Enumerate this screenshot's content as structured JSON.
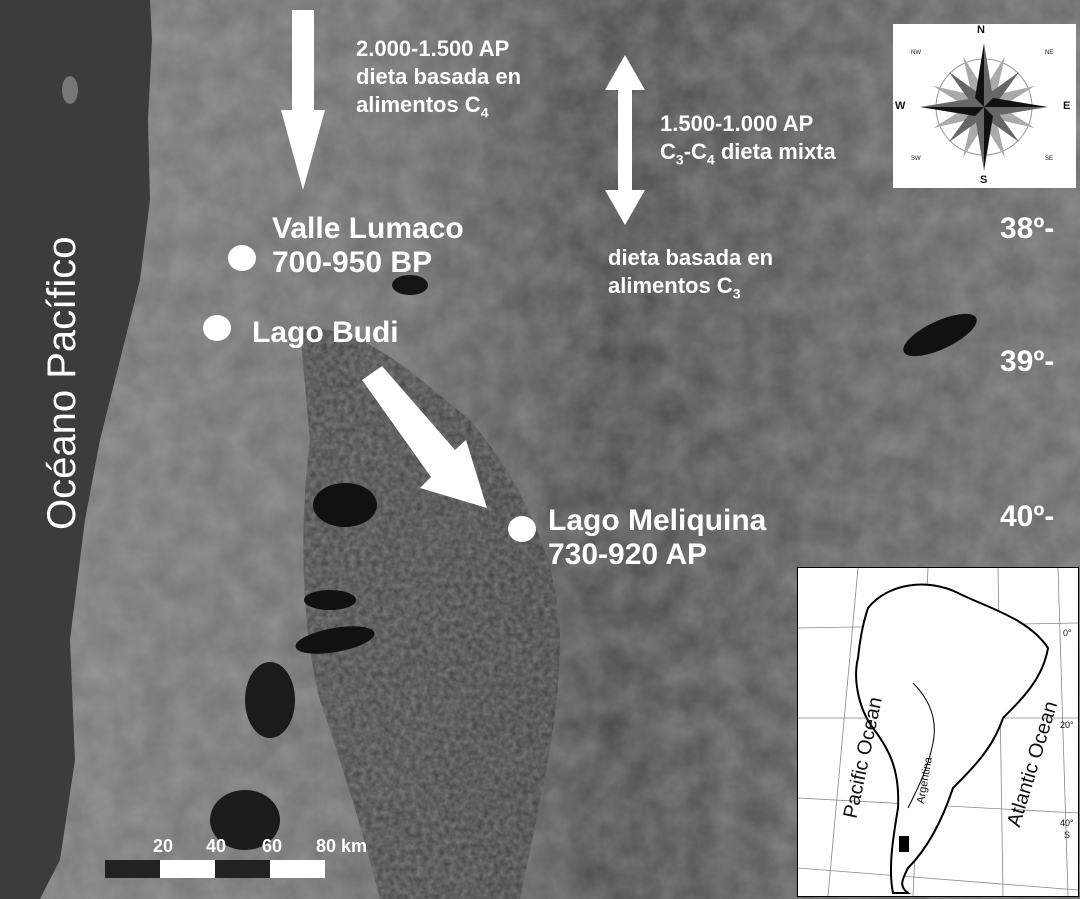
{
  "map": {
    "ocean_label": "Océano Pacífico",
    "sites": [
      {
        "name": "Valle Lumaco",
        "date": "700-950 BP"
      },
      {
        "name": "Lago Budi",
        "date": ""
      },
      {
        "name": "Lago Meliquina",
        "date": "730-920 AP"
      }
    ],
    "diet_notes": {
      "c4": {
        "line1": "2.000-1.500 AP",
        "line2": "dieta basada en",
        "line3_prefix": "alimentos C",
        "line3_sub": "4"
      },
      "mixed": {
        "line1": "1.500-1.000 AP",
        "line2_pre": "C",
        "line2_sub1": "3",
        "line2_mid": "-C",
        "line2_sub2": "4",
        "line2_post": " dieta mixta"
      },
      "c3": {
        "line1": "dieta basada en",
        "line2_prefix": "alimentos C",
        "line2_sub": "3"
      }
    },
    "latitudes": [
      "38º-",
      "39º-",
      "40º-"
    ],
    "scale": {
      "ticks": [
        "20",
        "40",
        "60",
        "80 km"
      ]
    },
    "compass": {
      "cardinals": {
        "n": "N",
        "e": "E",
        "s": "S",
        "w": "W"
      },
      "intercardinals": {
        "nw": "NW",
        "ne": "NE",
        "sw": "SW",
        "se": "SE"
      }
    },
    "inset": {
      "pacific": "Pacific Ocean",
      "atlantic": "Atlantic Ocean",
      "country": "Argentina",
      "lat_0": "0°",
      "lat_20": "20°",
      "lat_40": "40°",
      "lat_40_s": "S"
    }
  }
}
